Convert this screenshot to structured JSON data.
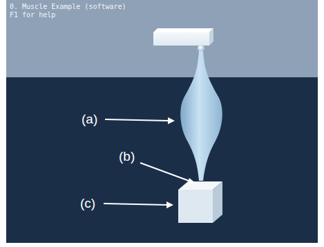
{
  "diagram": {
    "labels": [
      "0. Muscle Example (software)",
      "F1 for help",
      "(a)",
      "(b)",
      "(c)"
    ]
  }
}
